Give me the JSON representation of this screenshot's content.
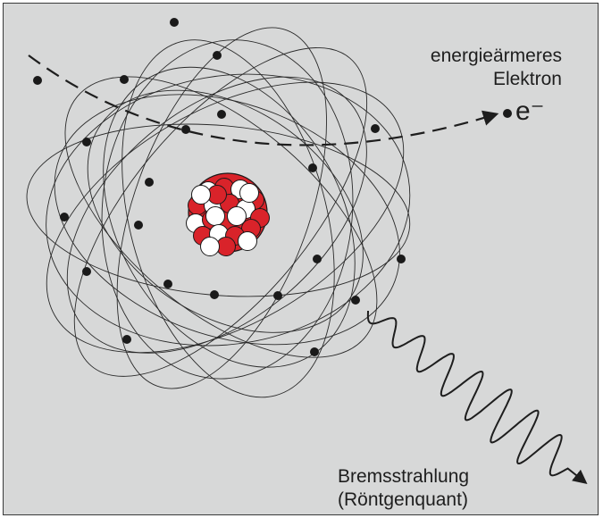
{
  "labels": {
    "electron_line1": "energieärmeres",
    "electron_line2": "Elektron",
    "electron_symbol": "e⁻",
    "radiation_line1": "Bremsstrahlung",
    "radiation_line2": "(Röntgenquant)"
  },
  "colors": {
    "background": "#d7d8d8",
    "proton": "#d9232a",
    "neutron": "#ffffff",
    "lines": "#2a2a2a"
  }
}
